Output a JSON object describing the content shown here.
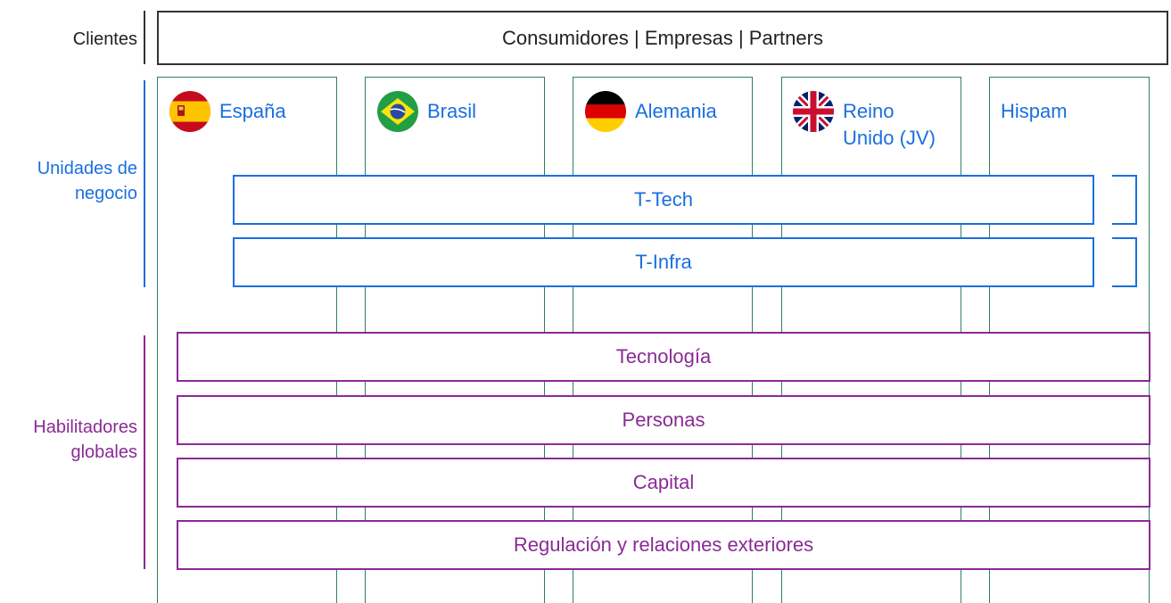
{
  "colors": {
    "blue": "#1a6fe0",
    "purple": "#8a2a96",
    "teal": "#2e7d6e",
    "dark": "#333333"
  },
  "labels": {
    "clients": "Clientes",
    "units": "Unidades de negocio",
    "enablers": "Habilitadores globales"
  },
  "clients_box": "Consumidores | Empresas | Partners",
  "columns": [
    {
      "name": "España",
      "flag": "spain-flag-icon"
    },
    {
      "name": "Brasil",
      "flag": "brazil-flag-icon"
    },
    {
      "name": "Alemania",
      "flag": "germany-flag-icon"
    },
    {
      "name": "Reino Unido (JV)",
      "flag": "uk-flag-icon"
    },
    {
      "name": "Hispam",
      "flag": ""
    }
  ],
  "unit_bands": [
    "T-Tech",
    "T-Infra"
  ],
  "enabler_bands": [
    "Tecnología",
    "Personas",
    "Capital",
    "Regulación y relaciones exteriores"
  ]
}
